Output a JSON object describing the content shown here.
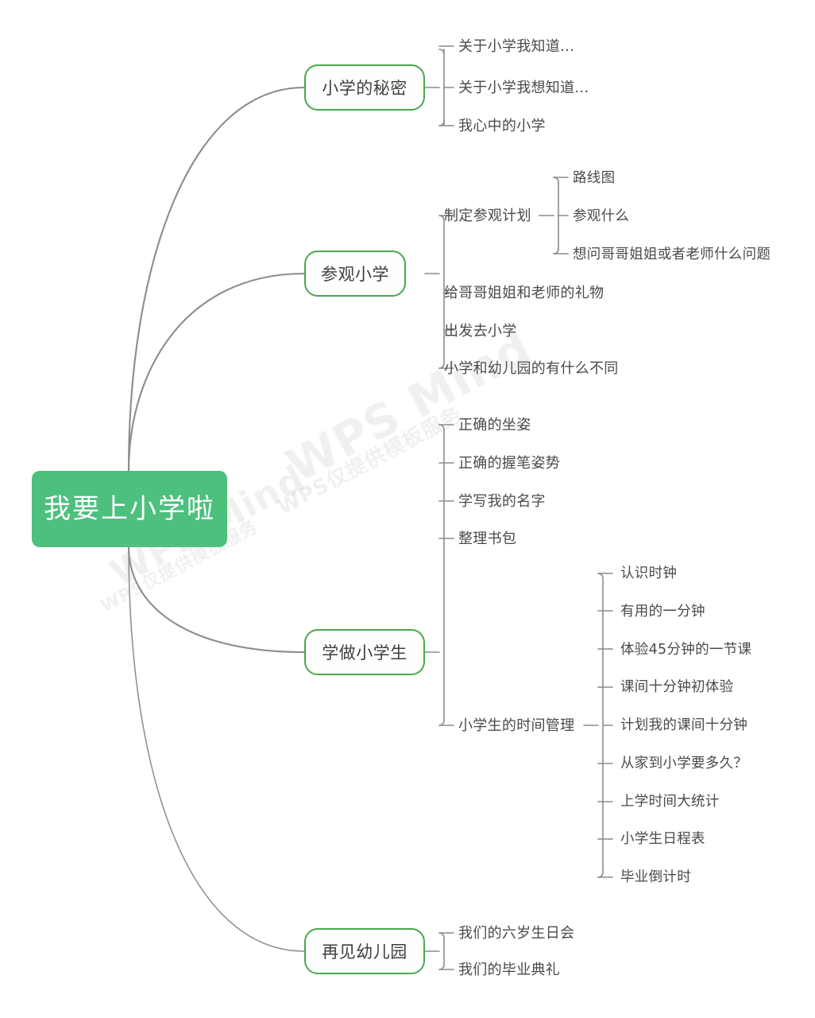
{
  "document": {
    "type": "mind-map",
    "watermark_lines": [
      "WPS Mind",
      "WPS仅提供模板服务"
    ],
    "colors": {
      "root_fill": "#4dc07e",
      "root_text": "#ffffff",
      "branch_border": "#4aa84d",
      "branch_fill": "#fdfefd",
      "branch_text": "#3f3f3f",
      "leaf_text": "#4a4a4a",
      "connector": "#8c8c8c",
      "background": "#ffffff"
    }
  },
  "root": {
    "label": "我要上小学啦"
  },
  "branches": [
    {
      "label": "小学的秘密",
      "children": [
        {
          "label": "关于小学我知道..."
        },
        {
          "label": "关于小学我想知道..."
        },
        {
          "label": "我心中的小学"
        }
      ]
    },
    {
      "label": "参观小学",
      "children": [
        {
          "label": "制定参观计划",
          "children": [
            {
              "label": "路线图"
            },
            {
              "label": "参观什么"
            },
            {
              "label": "想问哥哥姐姐或者老师什么问题"
            }
          ]
        },
        {
          "label": "给哥哥姐姐和老师的礼物"
        },
        {
          "label": "出发去小学"
        },
        {
          "label": "小学和幼儿园的有什么不同"
        }
      ]
    },
    {
      "label": "学做小学生",
      "children": [
        {
          "label": "正确的坐姿"
        },
        {
          "label": "正确的握笔姿势"
        },
        {
          "label": "学写我的名字"
        },
        {
          "label": "整理书包"
        },
        {
          "label": "小学生的时间管理",
          "children": [
            {
              "label": "认识时钟"
            },
            {
              "label": "有用的一分钟"
            },
            {
              "label": "体验45分钟的一节课"
            },
            {
              "label": "课间十分钟初体验"
            },
            {
              "label": "计划我的课间十分钟"
            },
            {
              "label": "从家到小学要多久？"
            },
            {
              "label": "上学时间大统计"
            },
            {
              "label": "小学生日程表"
            },
            {
              "label": "毕业倒计时"
            }
          ]
        }
      ]
    },
    {
      "label": "再见幼儿园",
      "children": [
        {
          "label": "我们的六岁生日会"
        },
        {
          "label": "我们的毕业典礼"
        }
      ]
    }
  ]
}
